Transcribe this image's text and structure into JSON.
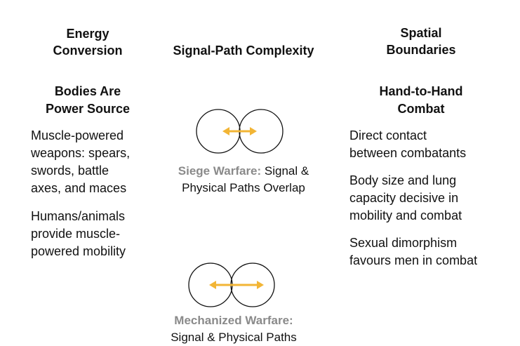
{
  "columns": {
    "left": {
      "heading_line1": "Energy",
      "heading_line2": "Conversion",
      "subheading_line1": "Bodies Are",
      "subheading_line2": "Power Source",
      "points": [
        [
          "Muscle-powered",
          "weapons: spears,",
          "swords, battle",
          "axes, and maces"
        ],
        [
          "Humans/animals",
          "provide muscle-",
          "powered mobility"
        ]
      ]
    },
    "center": {
      "heading": "Signal-Path Complexity",
      "stage1": {
        "highlight": "Siege Warfare:",
        "text_line1_rest": " Signal &",
        "text_line2": "Physical Paths Overlap"
      },
      "stage2": {
        "highlight": "Mechanized Warfare:",
        "text_line2": "Signal & Physical Paths"
      }
    },
    "right": {
      "heading_line1": "Spatial",
      "heading_line2": "Boundaries",
      "subheading_line1": "Hand-to-Hand",
      "subheading_line2": "Combat",
      "points": [
        [
          "Direct contact",
          "between combatants"
        ],
        [
          "Body size and lung",
          "capacity decisive in",
          "mobility and combat"
        ],
        [
          "Sexual dimorphism",
          "favours men in combat"
        ]
      ]
    }
  },
  "colors": {
    "arrow": "#f2b535",
    "caption_highlight": "#8a8a8a",
    "outline": "#111111"
  },
  "icons": [
    "overlapping-circles-icon",
    "double-arrow-icon"
  ]
}
